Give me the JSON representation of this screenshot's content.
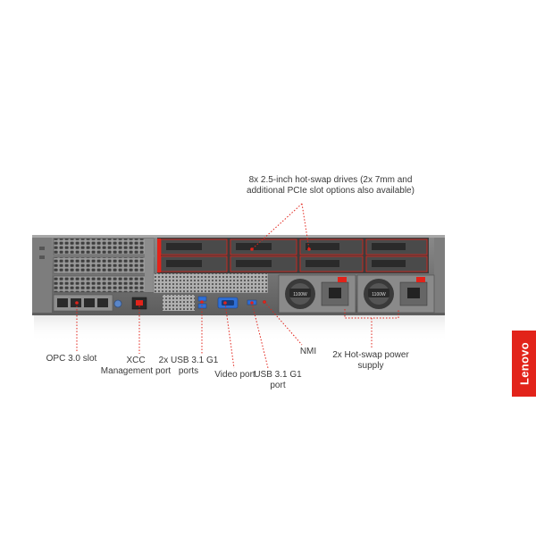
{
  "callouts": {
    "drives": "8x 2.5-inch hot-swap drives (2x 7mm and additional PCIe slot options also available)",
    "opc_slot": "OPC 3.0 slot",
    "xcc": "XCC Management port",
    "usb_2x": "2x USB 3.1 G1 ports",
    "video": "Video port",
    "usb_1": "USB 3.1 G1 port",
    "nmi": "NMI",
    "psu": "2x Hot-swap power supply"
  },
  "psu_marking": "1100W",
  "brand": "Lenovo",
  "colors": {
    "callout_line": "#e2231a",
    "brand_red": "#e2231a",
    "chassis": "#6b6b6b",
    "usb_blue": "#2f6fd6"
  }
}
